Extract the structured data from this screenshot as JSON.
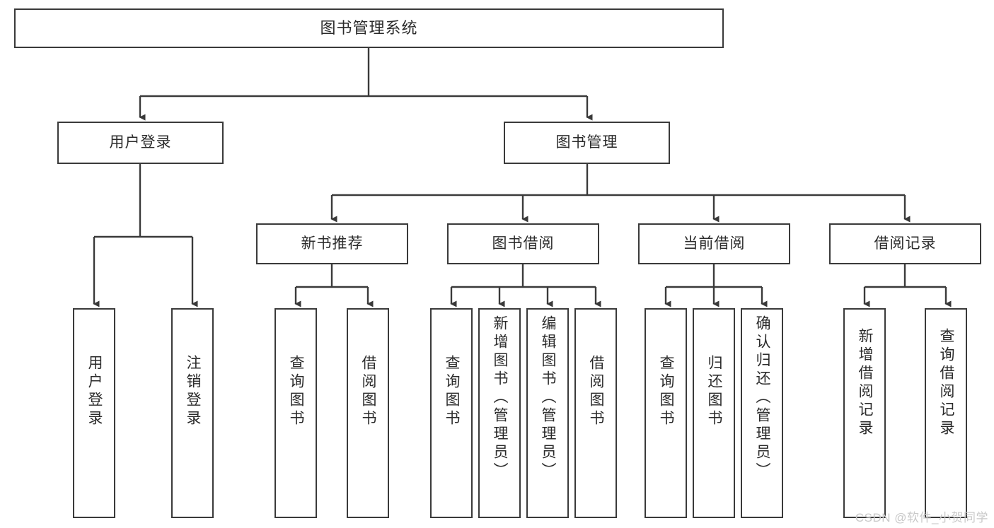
{
  "diagram": {
    "type": "tree",
    "title": "图书管理系统",
    "watermark": "CSDN @软件_小贺同学",
    "colors": {
      "box_border": "#3a3a3a",
      "box_fill": "#ffffff",
      "edge": "#3a3a3a",
      "text": "#2b2b2b",
      "watermark": "#c9c9c9",
      "background": "#ffffff"
    },
    "levels": {
      "root": {
        "label": "图书管理系统"
      },
      "level2": [
        {
          "label": "用户登录"
        },
        {
          "label": "图书管理"
        }
      ],
      "level3": [
        {
          "label": "新书推荐"
        },
        {
          "label": "图书借阅"
        },
        {
          "label": "当前借阅"
        },
        {
          "label": "借阅记录"
        }
      ],
      "leaves": {
        "user_login": [
          {
            "label": "用户登录"
          },
          {
            "label": "注销登录"
          }
        ],
        "new_book_recommend": [
          {
            "label": "查询图书"
          },
          {
            "label": "借阅图书"
          }
        ],
        "book_borrow": [
          {
            "label": "查询图书"
          },
          {
            "label": "新增图书（管理员）"
          },
          {
            "label": "编辑图书（管理员）"
          },
          {
            "label": "借阅图书"
          }
        ],
        "current_borrow": [
          {
            "label": "查询图书"
          },
          {
            "label": "归还图书"
          },
          {
            "label": "确认归还（管理员）"
          }
        ],
        "borrow_record": [
          {
            "label": "新增借阅记录"
          },
          {
            "label": "查询借阅记录"
          }
        ]
      }
    }
  }
}
